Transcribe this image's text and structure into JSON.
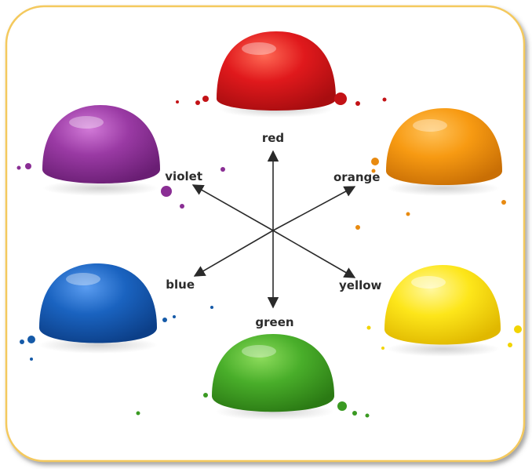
{
  "diagram": {
    "frame_color": "#f4c95d",
    "arrow_color": "#2a2a2a",
    "colors": [
      {
        "key": "red",
        "label": "red",
        "hex": "#e0191c"
      },
      {
        "key": "orange",
        "label": "orange",
        "hex": "#f79a12"
      },
      {
        "key": "yellow",
        "label": "yellow",
        "hex": "#fde61a"
      },
      {
        "key": "green",
        "label": "green",
        "hex": "#49ae2a"
      },
      {
        "key": "blue",
        "label": "blue",
        "hex": "#1a63c0"
      },
      {
        "key": "violet",
        "label": "violet",
        "hex": "#9a3aa4"
      }
    ]
  }
}
